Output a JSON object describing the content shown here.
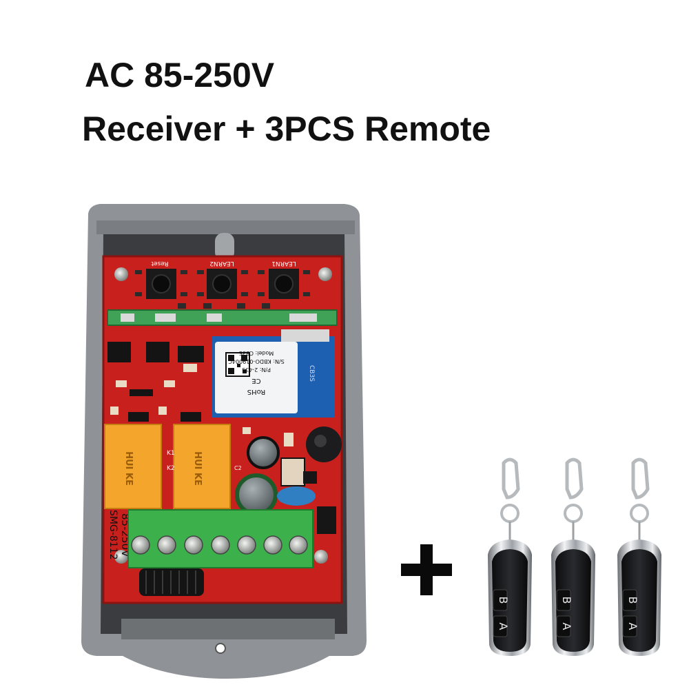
{
  "headline": {
    "line1": "AC 85-250V",
    "line2": "Receiver + 3PCS Remote"
  },
  "receiver": {
    "button_labels": [
      "Reset",
      "LEARN2",
      "LEARN1"
    ],
    "module_text": [
      "RoHS",
      "CE",
      "P/N: 2-433",
      "S/N: KBDO-019004C",
      "Model: CB3S",
      "CB3S"
    ],
    "relay_text": "HUI KE",
    "board_text": "85-250V",
    "board_model": "SMG-8112",
    "relay_labels": [
      "K1",
      "K2"
    ],
    "capacitor_label": "C2"
  },
  "plus_symbol": "+",
  "remotes": {
    "count": 3,
    "buttons": [
      "B",
      "A"
    ]
  },
  "colors": {
    "pcb": "#c8201c",
    "housing": "#8f9296",
    "terminal": "#3cb04a",
    "relay": "#f3a52c",
    "module_blue": "#1d5fb0"
  }
}
